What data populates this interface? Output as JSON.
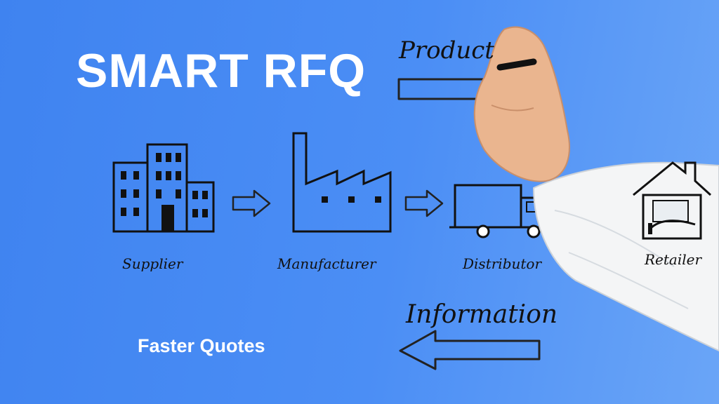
{
  "title": "SMART RFQ",
  "subtitle": "Faster Quotes",
  "flow": {
    "top_label": "Product",
    "bottom_label": "Information",
    "stages": [
      "Supplier",
      "Manufacturer",
      "Distributor",
      "Retailer"
    ]
  },
  "icons": {
    "supplier": "office-buildings-icon",
    "manufacturer": "factory-icon",
    "distributor": "delivery-truck-icon",
    "retailer": "store-house-icon"
  },
  "colors": {
    "background": "#4b8ef5",
    "title": "#ffffff",
    "ink": "#111111"
  }
}
